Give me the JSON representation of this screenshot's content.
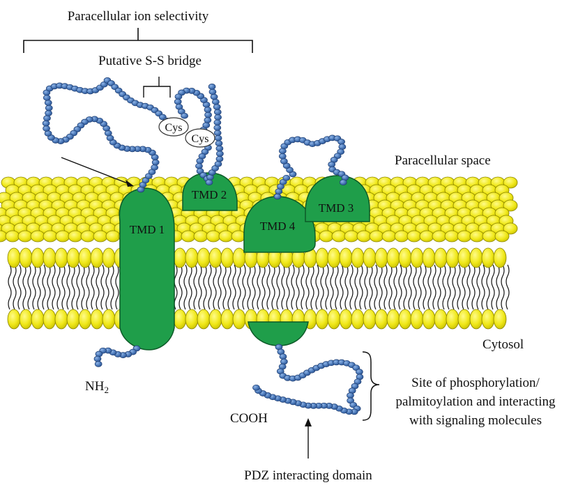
{
  "labels": {
    "paracellular_ion_selectivity": "Paracellular ion selectivity",
    "putative_ss_bridge": "Putative S-S bridge",
    "cys1": "Cys",
    "cys2": "Cys",
    "paracellular_space": "Paracellular space",
    "tmd1": "TMD 1",
    "tmd2": "TMD 2",
    "tmd3": "TMD 3",
    "tmd4": "TMD 4",
    "cytosol": "Cytosol",
    "nh2_base": "NH",
    "nh2_sub": "2",
    "cooh": "COOH",
    "phospho_line1": "Site of phosphorylation/",
    "phospho_line2": "palmitoylation and interacting",
    "phospho_line3": "with signaling molecules",
    "pdz": "PDZ interacting domain"
  },
  "colors": {
    "lipid_head": "#f3ee1c",
    "lipid_outline": "#8a8400",
    "tmd_fill": "#1f9e4a",
    "tmd_outline": "#0d5a28",
    "bead_fill": "#4a78b8",
    "bead_outline": "#1f3f73",
    "tail": "#111111"
  }
}
